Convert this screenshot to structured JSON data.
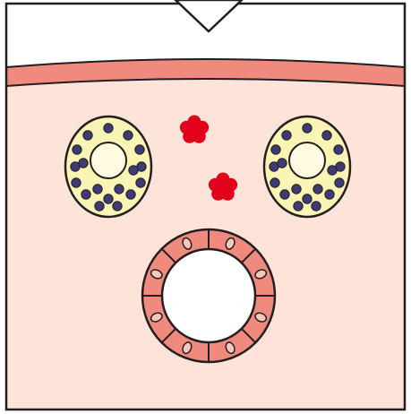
{
  "diagram": {
    "colors": {
      "outline": "#231f20",
      "background": "#ffffff",
      "tissue": "#fde3d8",
      "membrane_band": "#f08a7e",
      "follicle_fill": "#faf5b4",
      "follicle_core": "#fffbe0",
      "cell_nucleus": "#3e3a73",
      "blood_cell": "#e2001a",
      "vessel_wall": "#f08a7e",
      "vessel_nucleus": "#f6c7bd",
      "lumen": "#ffffff"
    },
    "icons": {
      "arrow": "arrow-down-icon",
      "follicle": "follicle-icon",
      "blood_cell": "red-blood-cell-icon",
      "vessel": "vessel-cross-section-icon"
    },
    "follicles": [
      {
        "id": "left",
        "nuclei_count": 18
      },
      {
        "id": "right",
        "nuclei_count": 18
      }
    ],
    "blood_cells": [
      {
        "id": "upper"
      },
      {
        "id": "lower"
      }
    ],
    "vessel": {
      "wall_segments": 8
    }
  }
}
